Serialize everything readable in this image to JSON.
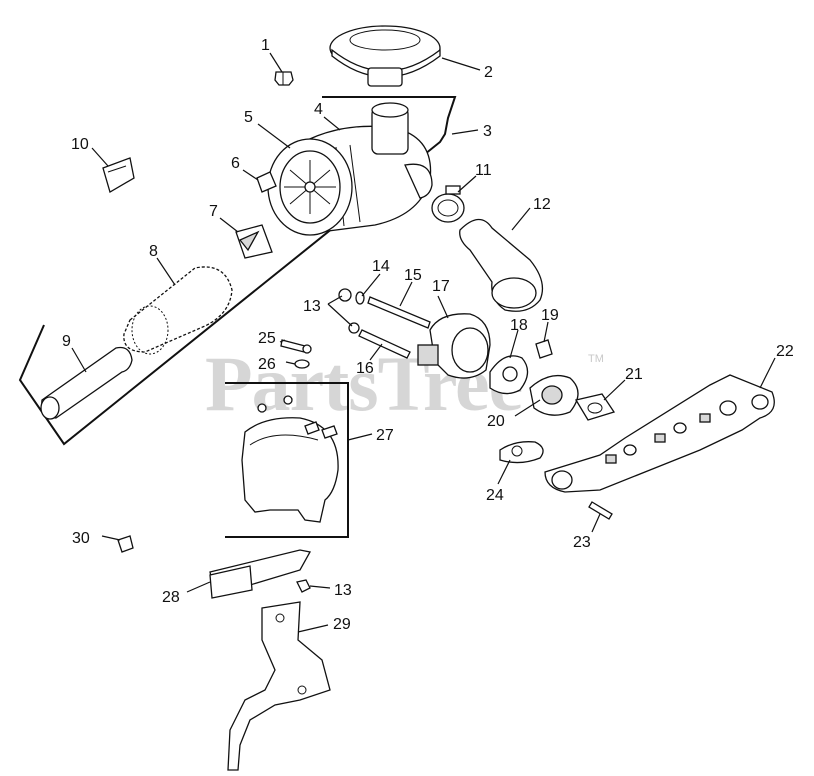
{
  "watermark": {
    "text": "PartsTree",
    "trademark": "TM"
  },
  "callouts": {
    "p1": "1",
    "p2": "2",
    "p3": "3",
    "p4": "4",
    "p5": "5",
    "p6": "6",
    "p7": "7",
    "p8": "8",
    "p9": "9",
    "p10": "10",
    "p11": "11",
    "p12": "12",
    "p13a": "13",
    "p13b": "13",
    "p14": "14",
    "p15": "15",
    "p16": "16",
    "p17": "17",
    "p18": "18",
    "p19": "19",
    "p20": "20",
    "p21": "21",
    "p22": "22",
    "p23": "23",
    "p24": "24",
    "p25": "25",
    "p26": "26",
    "p27": "27",
    "p28": "28",
    "p29": "29",
    "p30": "30"
  }
}
